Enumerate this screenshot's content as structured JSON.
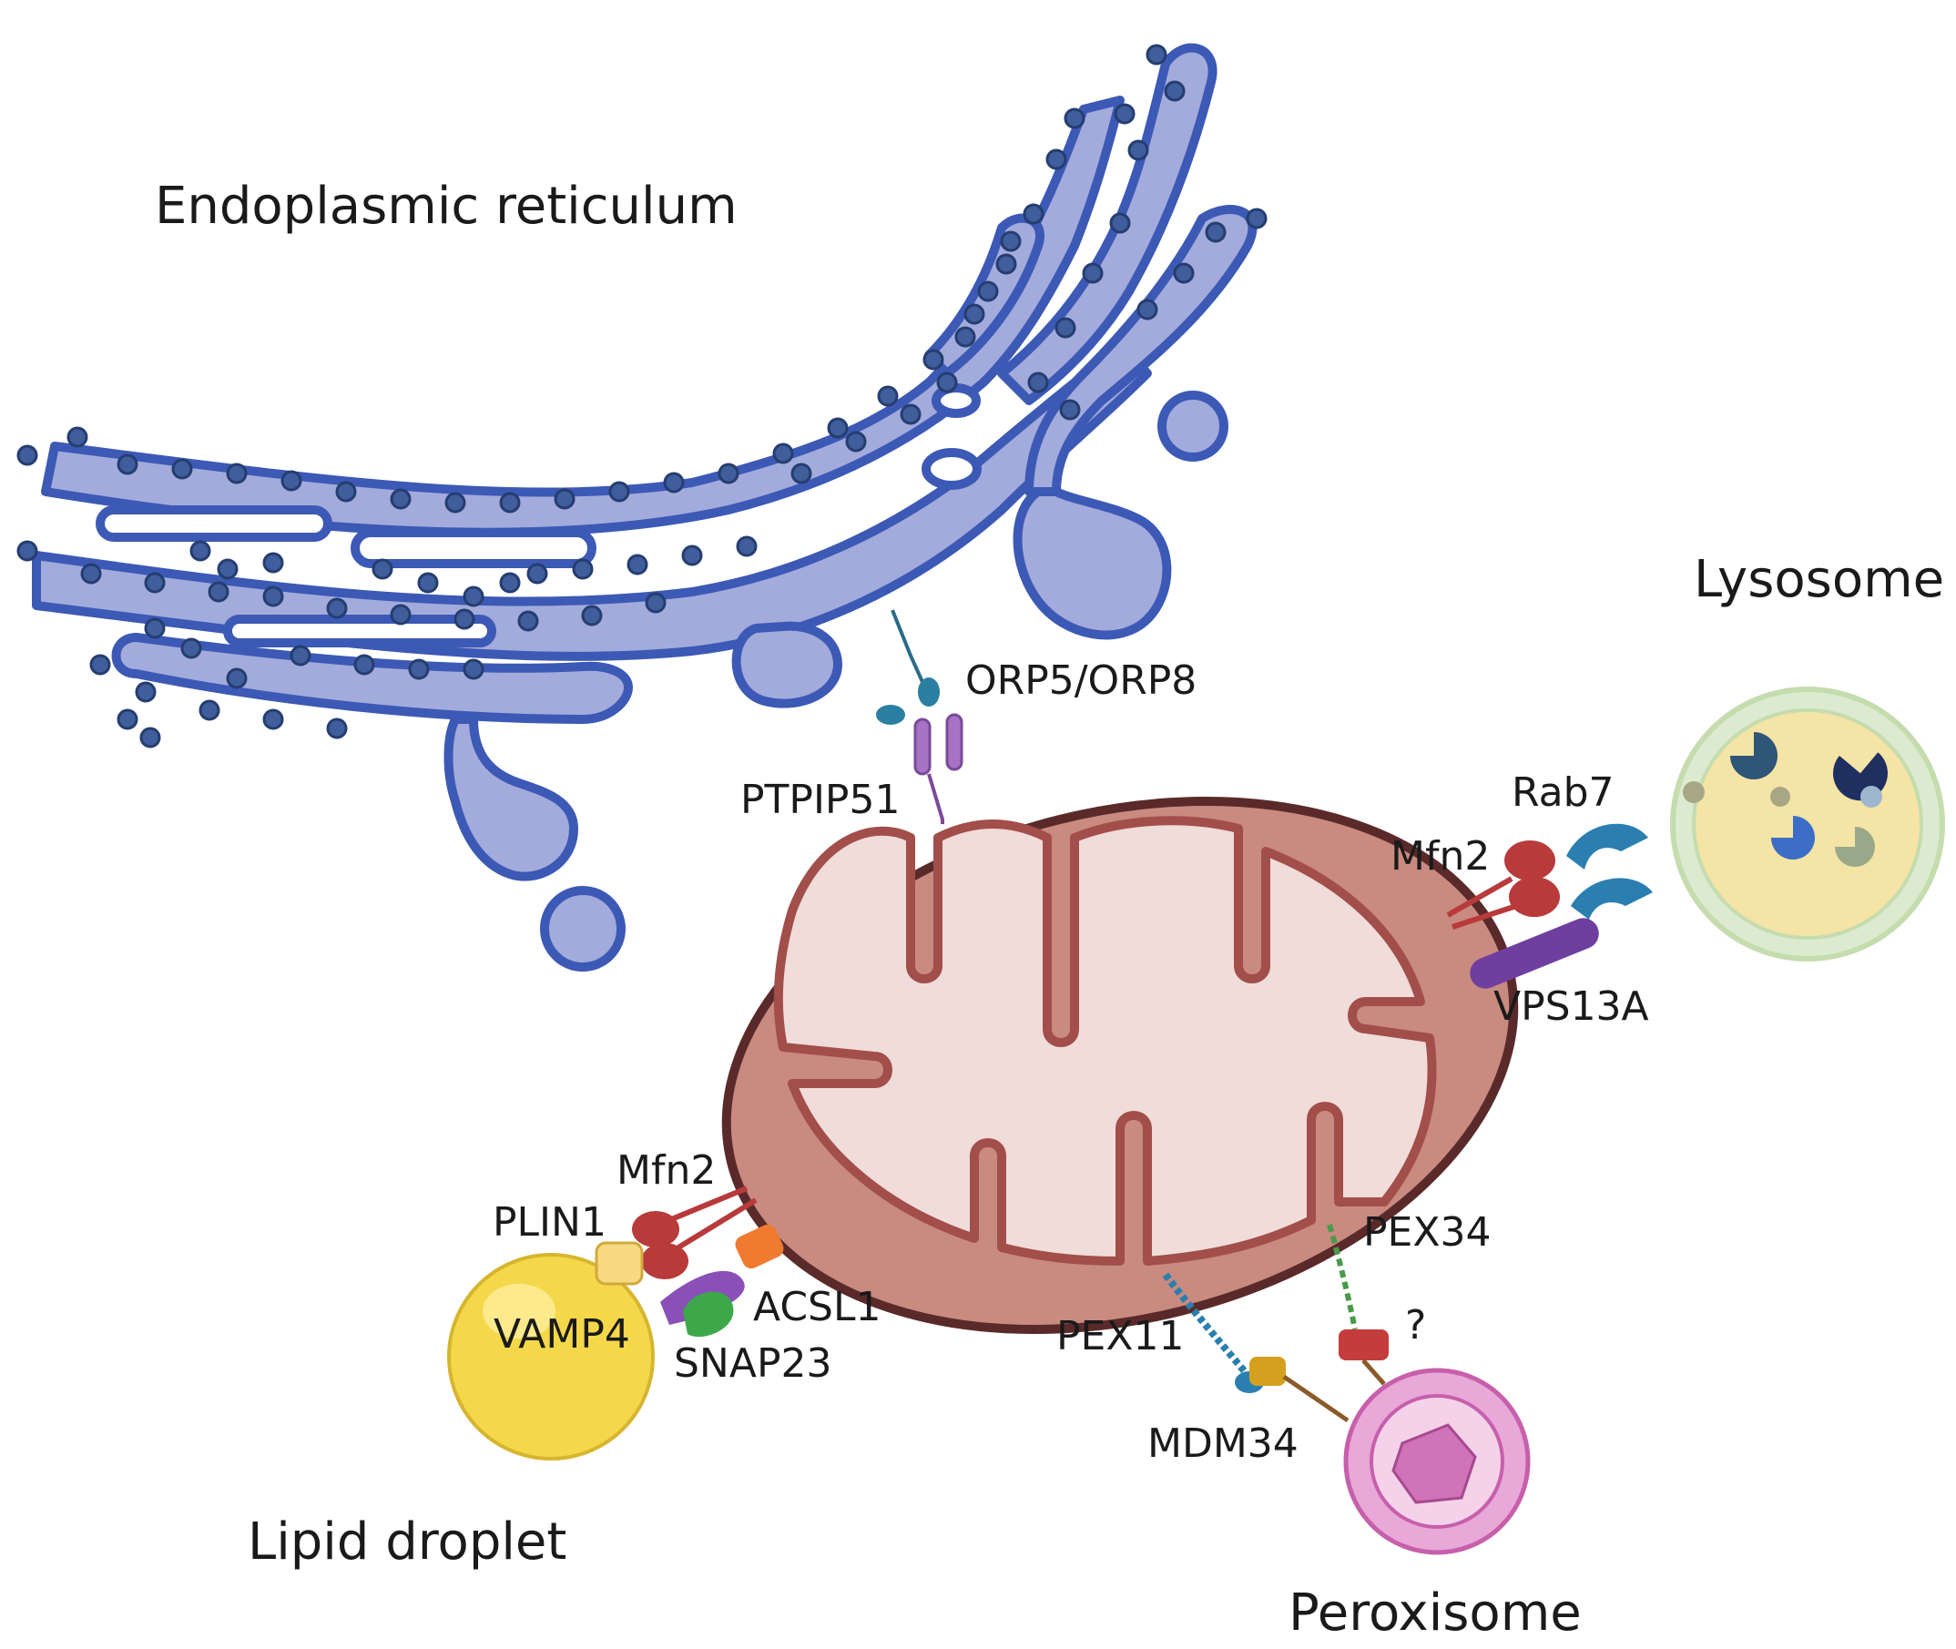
{
  "organelles": {
    "er": "Endoplasmic reticulum",
    "lysosome": "Lysosome",
    "lipid_droplet": "Lipid droplet",
    "peroxisome": "Peroxisome"
  },
  "proteins": {
    "orp": "ORP5/ORP8",
    "ptpip51": "PTPIP51",
    "rab7": "Rab7",
    "mfn2_lyso": "Mfn2",
    "vps13a": "VPS13A",
    "mfn2_ld": "Mfn2",
    "plin1": "PLIN1",
    "vamp4": "VAMP4",
    "acsl1": "ACSL1",
    "snap23": "SNAP23",
    "pex34": "PEX34",
    "pex11": "PEX11",
    "mdm34": "MDM34",
    "unknown": "?"
  },
  "colors": {
    "er_fill": "#a3abdc",
    "er_stroke": "#3c59b5",
    "mito_outer": "#c98a80",
    "mito_inner": "#f0dcd8",
    "lysosome": "#f4e4a6",
    "lipid_droplet": "#f5d84a",
    "peroxisome": "#e8a8d8"
  }
}
